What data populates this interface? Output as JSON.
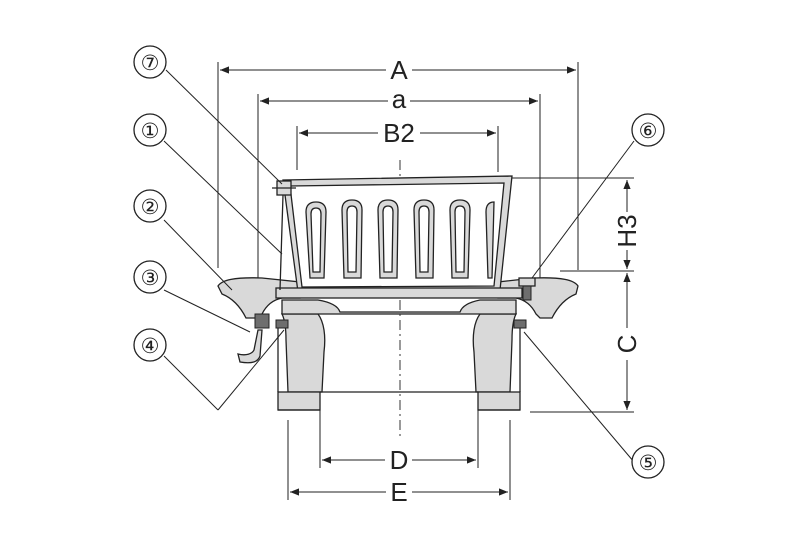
{
  "dimensions": {
    "A": "A",
    "a": "a",
    "B2": "B2",
    "H3": "H3",
    "C": "C",
    "D": "D",
    "E": "E"
  },
  "callouts": {
    "c1": "①",
    "c2": "②",
    "c3": "③",
    "c4": "④",
    "c5": "⑤",
    "c6": "⑥",
    "c7": "⑦"
  }
}
